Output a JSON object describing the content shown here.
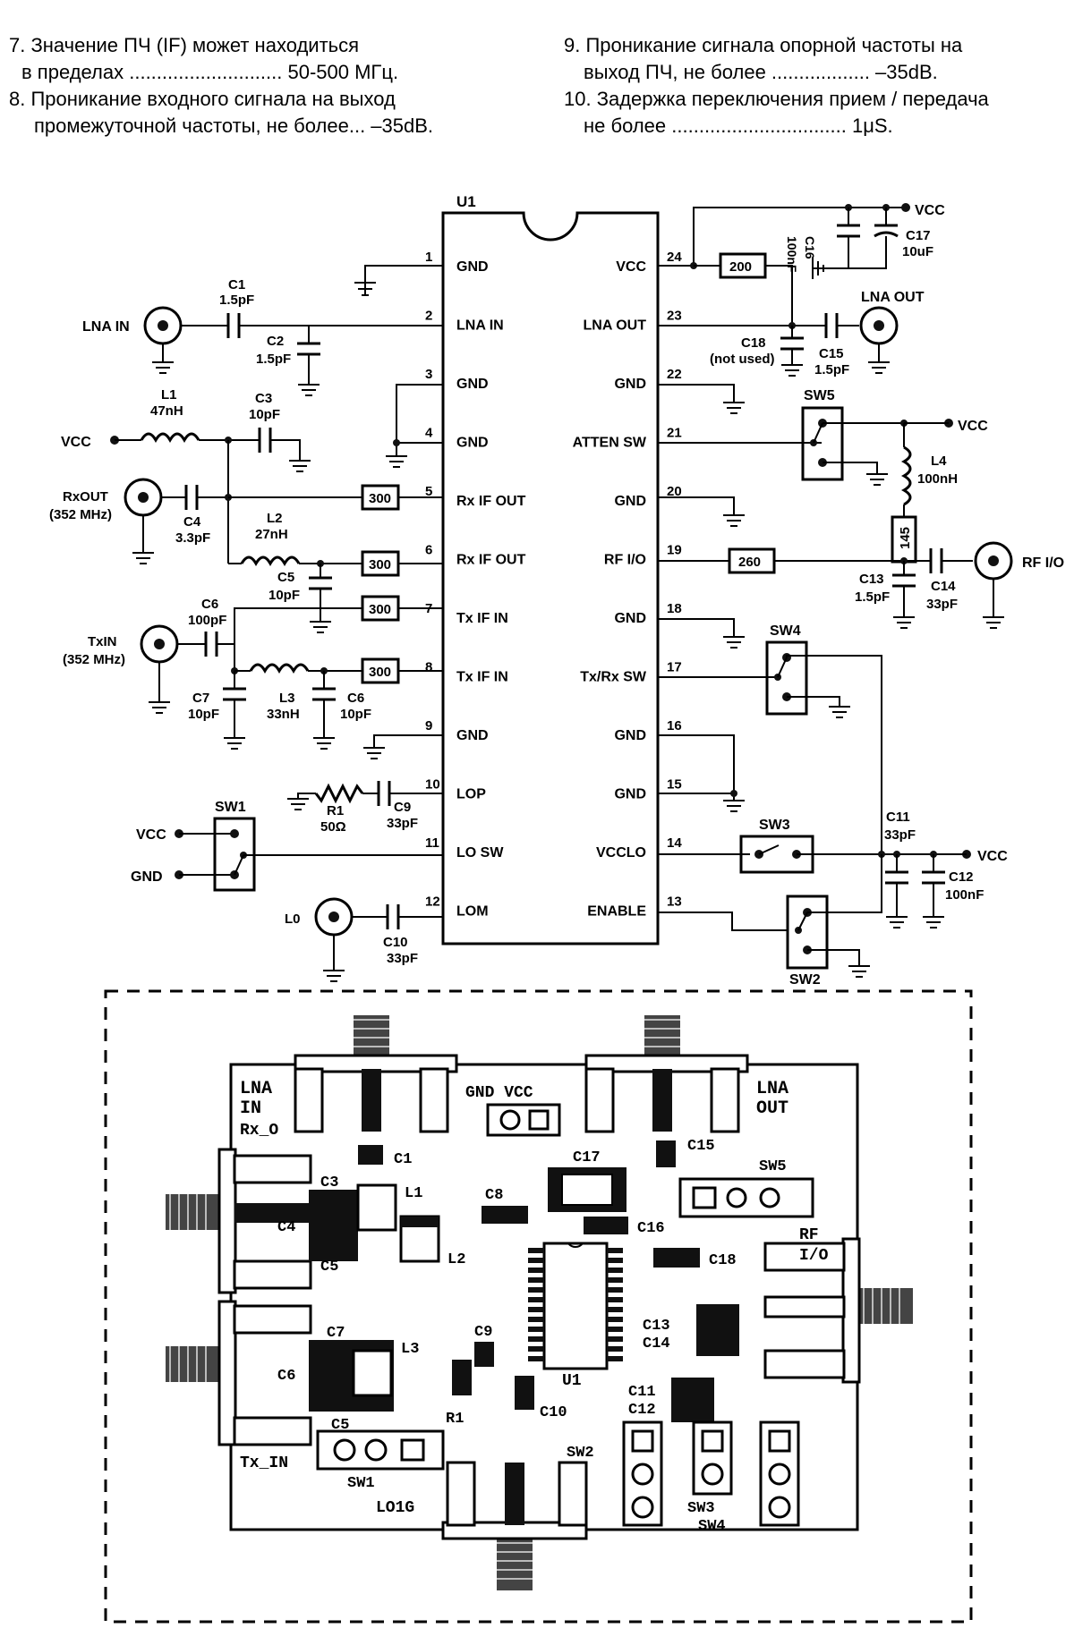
{
  "notes": {
    "n7a": "7. Значение ПЧ (IF) может находиться",
    "n7b": "в пределах ............................ 50-500 МГц.",
    "n8a": "8. Проникание входного сигнала на выход",
    "n8b": "промежуточной частоты, не более... –35dB.",
    "n9a": "9. Проникание сигнала опорной частоты на",
    "n9b": "выход ПЧ, не более .................. –35dB.",
    "n10a": "10. Задержка переключения прием / передача",
    "n10b": "не более ................................ 1μS."
  },
  "schematic": {
    "ic": {
      "ref": "U1",
      "left_pins": [
        {
          "num": "1",
          "name": "GND"
        },
        {
          "num": "2",
          "name": "LNA IN"
        },
        {
          "num": "3",
          "name": "GND"
        },
        {
          "num": "4",
          "name": "GND"
        },
        {
          "num": "5",
          "name": "Rx IF OUT"
        },
        {
          "num": "6",
          "name": "Rx IF OUT"
        },
        {
          "num": "7",
          "name": "Tx IF IN"
        },
        {
          "num": "8",
          "name": "Tx IF IN"
        },
        {
          "num": "9",
          "name": "GND"
        },
        {
          "num": "10",
          "name": "LOP"
        },
        {
          "num": "11",
          "name": "LO SW"
        },
        {
          "num": "12",
          "name": "LOM"
        }
      ],
      "right_pins": [
        {
          "num": "24",
          "name": "VCC"
        },
        {
          "num": "23",
          "name": "LNA OUT"
        },
        {
          "num": "22",
          "name": "GND"
        },
        {
          "num": "21",
          "name": "ATTEN SW"
        },
        {
          "num": "20",
          "name": "GND"
        },
        {
          "num": "19",
          "name": "RF I/O"
        },
        {
          "num": "18",
          "name": "GND"
        },
        {
          "num": "17",
          "name": "Tx/Rx SW"
        },
        {
          "num": "16",
          "name": "GND"
        },
        {
          "num": "15",
          "name": "GND"
        },
        {
          "num": "14",
          "name": "VCCLO"
        },
        {
          "num": "13",
          "name": "ENABLE"
        }
      ]
    },
    "labels": {
      "lna_in": "LNA IN",
      "lna_out": "LNA OUT",
      "rx_out": "RxOUT",
      "rx_out_f": "(352 MHz)",
      "tx_in": "TxIN",
      "tx_in_f": "(352 MHz)",
      "rf_io": "RF I/O",
      "lo": "L0",
      "vcc": "VCC",
      "gnd": "GND",
      "c1": "C1",
      "c1v": "1.5pF",
      "c2": "C2",
      "c2v": "1.5pF",
      "l1": "L1",
      "l1v": "47nH",
      "c3": "C3",
      "c3v": "10pF",
      "c4": "C4",
      "c4v": "3.3pF",
      "l2": "L2",
      "l2v": "27nH",
      "c5": "C5",
      "c5v": "10pF",
      "c6": "C6",
      "c6v": "100pF",
      "c7": "C7",
      "c7v": "10pF",
      "l3": "L3",
      "l3v": "33nH",
      "c8": "C6",
      "c8v": "10pF",
      "r1": "R1",
      "r1v": "50Ω",
      "c9": "C9",
      "c9v": "33pF",
      "c10": "C10",
      "c10v": "33pF",
      "c16": "C16",
      "c16v": "100nF",
      "c17": "C17",
      "c17v": "10uF",
      "c18": "C18",
      "c18v": "(not used)",
      "c15": "C15",
      "c15v": "1.5pF",
      "l4": "L4",
      "l4v": "100nH",
      "c13": "C13",
      "c13v": "1.5pF",
      "c14": "C14",
      "c14v": "33pF",
      "c11": "C11",
      "c11v": "33pF",
      "c12": "C12",
      "c12v": "100nF",
      "sw1": "SW1",
      "sw2": "SW2",
      "sw3": "SW3",
      "sw4": "SW4",
      "sw5": "SW5",
      "r300": "300",
      "r200": "200",
      "r260": "260",
      "r145": "145"
    }
  },
  "pcb": {
    "lna_in_a": "LNA",
    "lna_in_b": "IN",
    "rx_o": "Rx_O",
    "gnd_vcc": "GND  VCC",
    "lna_out_a": "LNA",
    "lna_out_b": "OUT",
    "rf_a": "RF",
    "rf_b": "I/O",
    "tx_in": "Tx_IN",
    "lo1g": "LO1G",
    "c1": "C1",
    "c3": "C3",
    "c4": "C4",
    "c5": "C5",
    "l1": "L1",
    "l2": "L2",
    "c8": "C8",
    "c17": "C17",
    "c16": "C16",
    "c15": "C15",
    "c18": "C18",
    "sw5": "SW5",
    "c13": "C13",
    "c14": "C14",
    "c7": "C7",
    "c6": "C6",
    "l3": "L3",
    "c9": "C9",
    "r1": "R1",
    "c10": "C10",
    "u1": "U1",
    "c11": "C11",
    "c12": "C12",
    "c5b": "C5",
    "sw1": "SW1",
    "sw2": "SW2",
    "sw3": "SW3",
    "sw4": "SW4"
  }
}
